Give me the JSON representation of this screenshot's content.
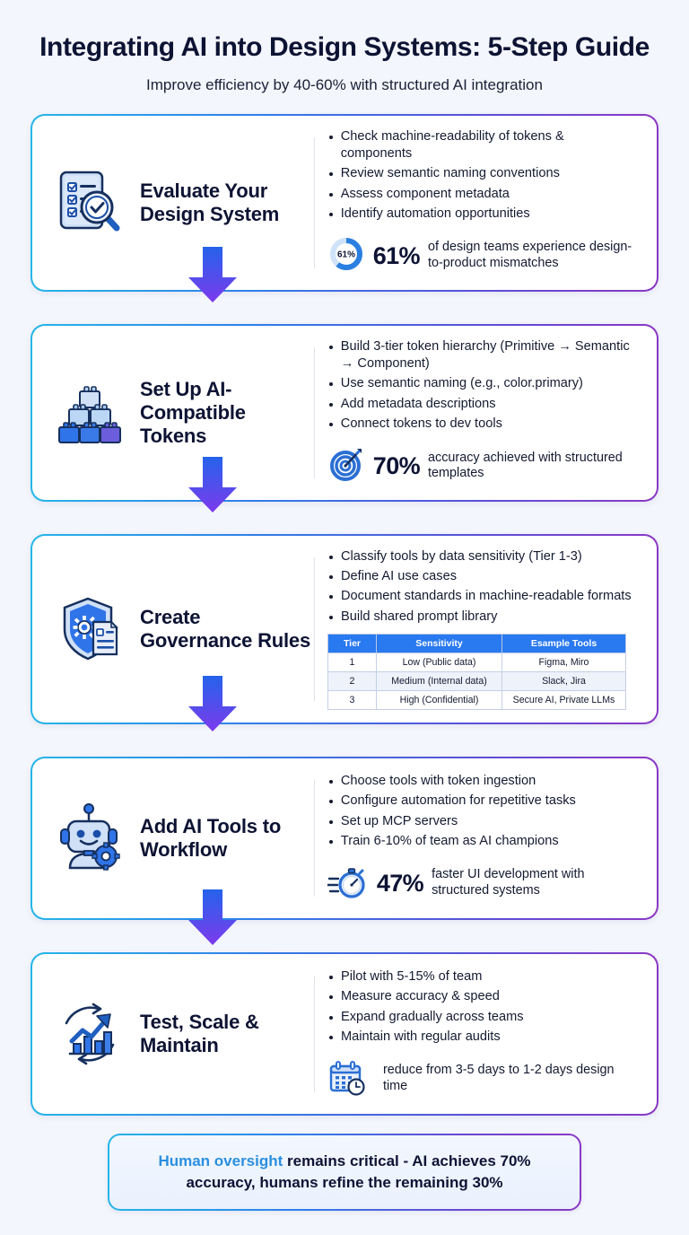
{
  "header": {
    "title": "Integrating AI into Design Systems: 5-Step Guide",
    "subtitle": "Improve efficiency by 40-60% with structured AI integration"
  },
  "colors": {
    "background": "#f4f6fd",
    "title": "#0d1333",
    "accent_blue": "#2563eb",
    "accent_purple": "#7c3aed",
    "accent_cyan": "#25b6e8",
    "table_header": "#2979f0",
    "footer_accent": "#2a8fe0"
  },
  "steps": [
    {
      "id": "evaluate-your-design-system",
      "title": "Evaluate Your Design System",
      "icon": "clipboard-magnifier-icon",
      "bullets": [
        "Check machine-readability of tokens & components",
        "Review semantic naming conventions",
        "Assess component metadata",
        "Identify automation opportunities"
      ],
      "stat": {
        "icon": "donut-chart-icon",
        "donut_label": "61%",
        "donut_percent": 61,
        "number": "61%",
        "text": "of design teams experience design-to-product mismatches"
      }
    },
    {
      "id": "set-up-ai-compatible-tokens",
      "title": "Set Up AI-Compatible Tokens",
      "icon": "building-blocks-icon",
      "bullets": [
        "Build 3-tier token hierarchy (Primitive → Semantic → Component)",
        "Use semantic naming (e.g., color.primary)",
        "Add metadata descriptions",
        "Connect tokens to dev tools"
      ],
      "stat": {
        "icon": "target-dart-icon",
        "number": "70%",
        "text": "accuracy achieved with structured templates"
      }
    },
    {
      "id": "create-governance-rules",
      "title": "Create Governance Rules",
      "icon": "shield-gear-document-icon",
      "bullets": [
        "Classify tools by data sensitivity (Tier 1-3)",
        "Define AI use cases",
        "Document standards in machine-readable formats",
        "Build shared prompt library"
      ],
      "table": {
        "headers": [
          "Tier",
          "Sensitivity",
          "Esample Tools"
        ],
        "rows": [
          [
            "1",
            "Low (Public data)",
            "Figma, Miro"
          ],
          [
            "2",
            "Medium (Internal data)",
            "Slack, Jira"
          ],
          [
            "3",
            "High (Confidential)",
            "Secure AI, Private LLMs"
          ]
        ]
      }
    },
    {
      "id": "add-ai-tools-to-workflow",
      "title": "Add AI Tools to Workflow",
      "icon": "robot-gear-icon",
      "bullets": [
        "Choose tools with token ingestion",
        "Configure automation for repetitive tasks",
        "Set up MCP servers",
        "Train 6-10% of team as AI champions"
      ],
      "stat": {
        "icon": "stopwatch-icon",
        "number": "47%",
        "text": "faster UI development with structured systems"
      }
    },
    {
      "id": "test-scale-maintain",
      "title": "Test, Scale & Maintain",
      "icon": "growth-chart-cycle-icon",
      "bullets": [
        "Pilot with 5-15% of team",
        "Measure accuracy & speed",
        "Expand gradually across teams",
        "Maintain with regular audits"
      ],
      "stat": {
        "icon": "calendar-clock-icon",
        "number": "",
        "text": "reduce from 3-5 days to 1-2 days design time"
      }
    }
  ],
  "footer": {
    "accent": "Human oversight",
    "rest": " remains critical - AI achieves 70% accuracy, humans refine the remaining 30%"
  }
}
